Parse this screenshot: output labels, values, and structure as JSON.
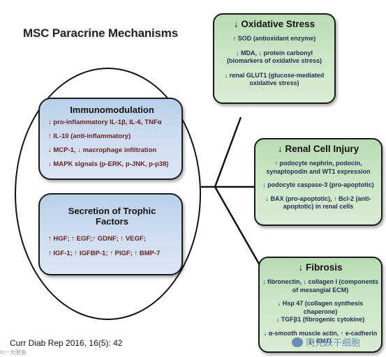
{
  "title": "MSC Paracrine Mechanisms",
  "immunomodulation": {
    "title": "Immunomodulation",
    "items": [
      "↓ pro-inflammatory IL-1β, IL-6, TNFα",
      "↑ IL-10 (anti-inflammatory)",
      "↓ MCP-1, ↓ macrophage infiltration",
      "↓ MAPK signals (p-ERK, p-JNK, p-p38)"
    ]
  },
  "trophic": {
    "title_line1": "Secretion of Trophic",
    "title_line2": "Factors",
    "items": [
      "↑ HGF; ↑ EGF;↑ GDNF; ↑ VEGF;",
      "↑ IGF-1; ↑ IGFBP-1; ↑ PIGF; ↑ BMP-7"
    ]
  },
  "oxidative": {
    "title": "↓ Oxidative Stress",
    "items": [
      [
        "↑ SOD (antioxidant enzyme)"
      ],
      [
        "↓ MDA, ↓ protein carbonyl",
        "(biomarkers of oxidative stress)"
      ],
      [
        "↓ renal GLUT1 (glucose-mediated",
        "oxidative stress)"
      ]
    ]
  },
  "renal": {
    "title": "↓ Renal Cell Injury",
    "items": [
      [
        "↑ podocyte nephrin, podocin,",
        "synaptopodin and WT1 expression"
      ],
      [
        "↓ podocyte caspase-3 (pro-apoptotic)"
      ],
      [
        "↓ BAX (pro-apoptotic), ↑ Bcl-2 (anti-",
        "apoptotic) in renal cells"
      ]
    ]
  },
  "fibrosis": {
    "title": "↓ Fibrosis",
    "items": [
      [
        "↓ fibronectin, ↓ collagen I (components",
        "of mesangial ECM)"
      ],
      [
        "↓ Hsp 47 (collagen synthesis chaperone)",
        "↓ TGFβ1 (fibrogenic cytokine)"
      ],
      [
        "↓ α-smooth muscle actin, ↑ e-cadherin",
        "(↓ EMT)"
      ]
    ]
  },
  "citation": "Curr Diab Rep 2016, 16(5): 42",
  "watermark_left": "©一大眼鱼",
  "watermark_right": "同先跃干细胞",
  "colors": {
    "blue_box": "#cddcf0",
    "green_box": "#cde6c8",
    "blue_text": "#6b1f1f",
    "green_text": "#1f2f4f"
  }
}
